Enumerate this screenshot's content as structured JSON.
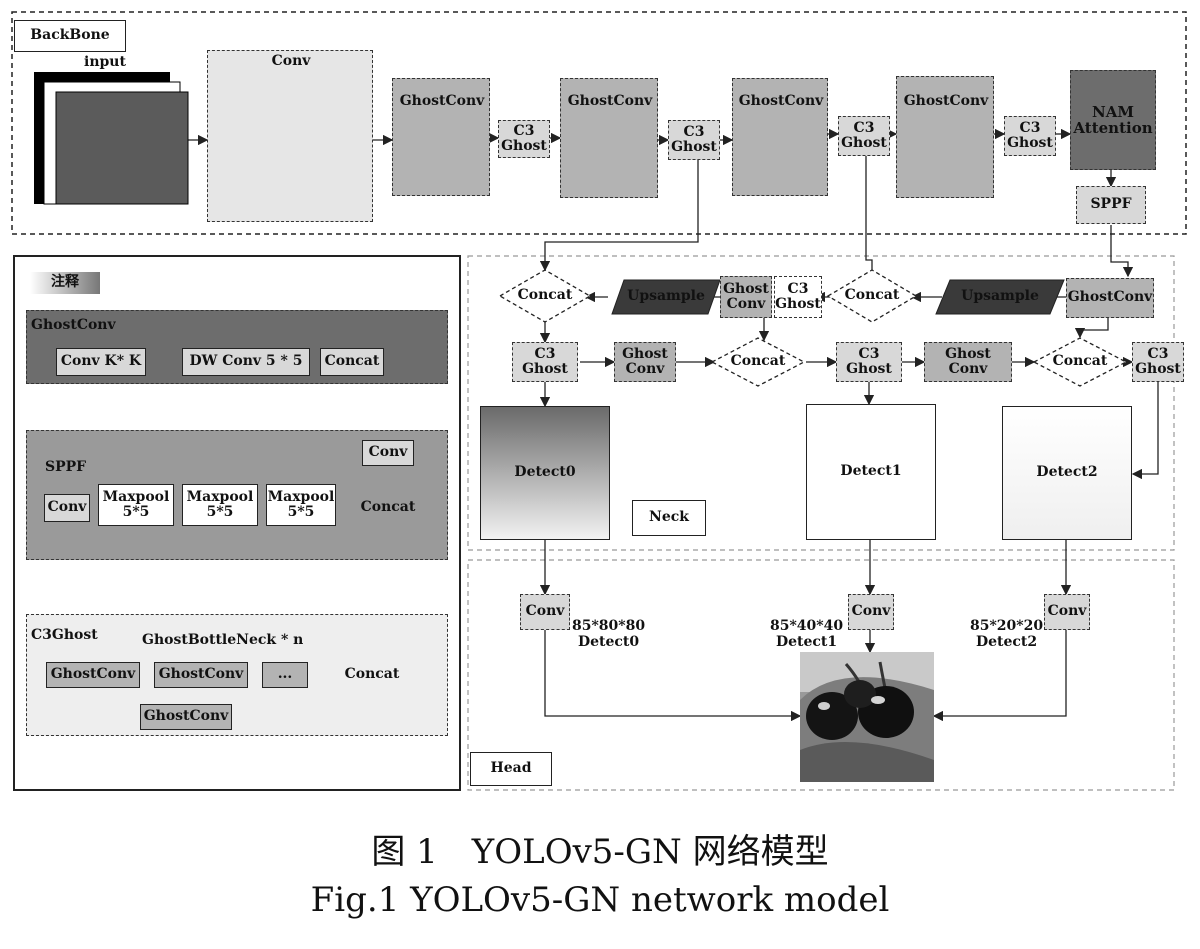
{
  "backbone": {
    "label": "BackBone",
    "input_label": "input",
    "conv_label": "Conv",
    "ghostconv_labels": [
      "GhostConv",
      "GhostConv",
      "GhostConv",
      "GhostConv"
    ],
    "c3ghost_label": "C3\nGhost",
    "nam_label": "NAM\nAttention",
    "sppf_label": "SPPF"
  },
  "legend": {
    "title": "注释",
    "ghostconv": {
      "title": "GhostConv",
      "conv": "Conv K* K",
      "dwconv": "DW Conv 5 * 5",
      "concat": "Concat"
    },
    "sppf": {
      "title": "SPPF",
      "conv_in": "Conv",
      "maxpool": "Maxpool\n5*5",
      "concat": "Concat",
      "conv_out": "Conv"
    },
    "c3ghost": {
      "title": "C3Ghost",
      "bottleneck": "GhostBottleNeck * n",
      "ghostconv": "GhostConv",
      "dots": "...",
      "concat": "Concat"
    }
  },
  "neck": {
    "label": "Neck",
    "concat": "Concat",
    "upsample": "Upsample",
    "ghost_conv": "Ghost\nConv",
    "c3ghost": "C3\nGhost",
    "ghostconv": "GhostConv",
    "detect0": "Detect0",
    "detect1": "Detect1",
    "detect2": "Detect2"
  },
  "head": {
    "label": "Head",
    "conv": "Conv",
    "outputs": [
      {
        "size": "85*80*80",
        "name": "Detect0"
      },
      {
        "size": "85*40*40",
        "name": "Detect1"
      },
      {
        "size": "85*20*20",
        "name": "Detect2"
      }
    ]
  },
  "caption": {
    "cn": "图 1　YOLOv5-GN 网络模型",
    "en": "Fig.1 YOLOv5-GN network model"
  }
}
